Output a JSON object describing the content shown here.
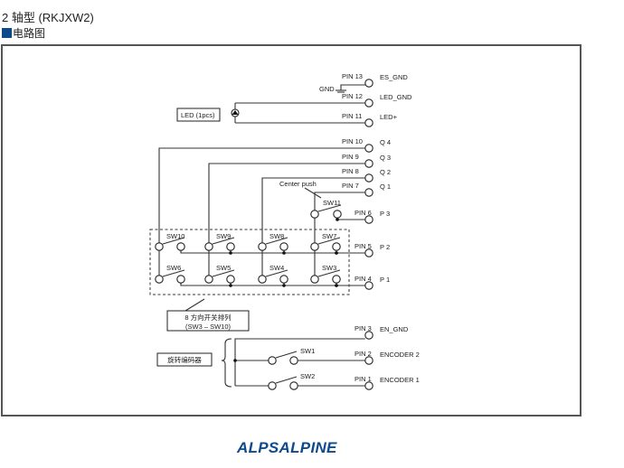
{
  "header": {
    "title": "2 轴型 (RKJXW2)",
    "section": "电路图",
    "section_color": "#0d4a8c"
  },
  "diagram": {
    "gnd_label": "GND",
    "led_box": "LED (1pcs)",
    "center_push": "Center push",
    "eight_dir_box_line1": "8 方向开关排列",
    "eight_dir_box_line2": "(SW3 – SW10)",
    "encoder_box": "旋转编码器",
    "pins": [
      {
        "pin": "PIN 13",
        "signal": "ES_GND"
      },
      {
        "pin": "PIN 12",
        "signal": "LED_GND"
      },
      {
        "pin": "PIN 11",
        "signal": "LED+"
      },
      {
        "pin": "PIN 10",
        "signal": "Q 4"
      },
      {
        "pin": "PIN 9",
        "signal": "Q 3"
      },
      {
        "pin": "PIN 8",
        "signal": "Q 2"
      },
      {
        "pin": "PIN 7",
        "signal": "Q 1"
      },
      {
        "pin": "PIN 6",
        "signal": "P 3"
      },
      {
        "pin": "PIN 5",
        "signal": "P 2"
      },
      {
        "pin": "PIN 4",
        "signal": "P 1"
      },
      {
        "pin": "PIN 3",
        "signal": "EN_GND"
      },
      {
        "pin": "PIN 2",
        "signal": "ENCODER 2"
      },
      {
        "pin": "PIN 1",
        "signal": "ENCODER 1"
      }
    ],
    "switches": {
      "top_row": [
        "SW10",
        "SW9",
        "SW8",
        "SW7"
      ],
      "bottom_row": [
        "SW6",
        "SW5",
        "SW4",
        "SW3"
      ],
      "center": "SW11",
      "encoder": [
        "SW1",
        "SW2"
      ]
    }
  },
  "footer": {
    "brand": "ALPSALPINE",
    "brand_color": "#0d4a8c"
  }
}
